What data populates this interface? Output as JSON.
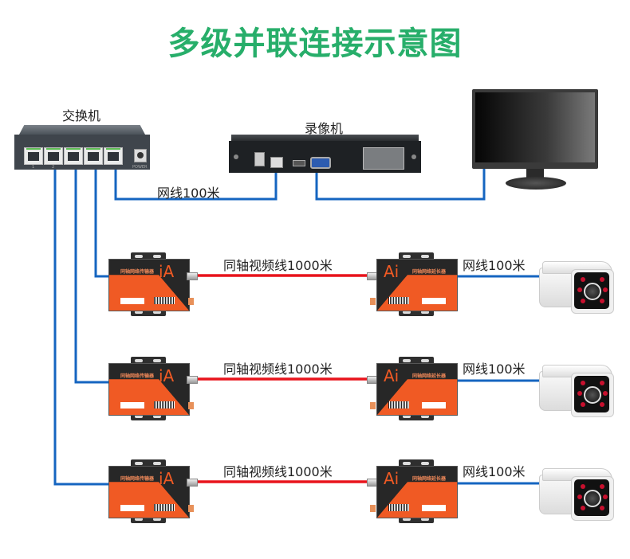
{
  "title": "多级并联连接示意图",
  "colors": {
    "title": "#27ae6a",
    "network_cable": "#1565c0",
    "coax_cable": "#e8141c",
    "device_orange": "#f05a24"
  },
  "devices": {
    "switch": {
      "label": "交换机",
      "ports": [
        "1",
        "2",
        "",
        "",
        ""
      ],
      "power_label": "POWER"
    },
    "nvr": {
      "label": "录像机"
    },
    "monitor": {
      "label": ""
    }
  },
  "links": {
    "switch_to_nvr": "网线100米"
  },
  "chains": [
    {
      "transmitter": {
        "logo": "iA",
        "name": "同轴网络传输器"
      },
      "coax_label": "同轴视频线1000米",
      "receiver": {
        "logo": "Ai",
        "name": "同轴网络延长器"
      },
      "camera_link_label": "网线100米"
    },
    {
      "transmitter": {
        "logo": "iA",
        "name": "同轴网络传输器"
      },
      "coax_label": "同轴视频线1000米",
      "receiver": {
        "logo": "Ai",
        "name": "同轴网络延长器"
      },
      "camera_link_label": "网线100米"
    },
    {
      "transmitter": {
        "logo": "iA",
        "name": "同轴网络传输器"
      },
      "coax_label": "同轴视频线1000米",
      "receiver": {
        "logo": "Ai",
        "name": "同轴网络延长器"
      },
      "camera_link_label": "网线100米"
    }
  ]
}
